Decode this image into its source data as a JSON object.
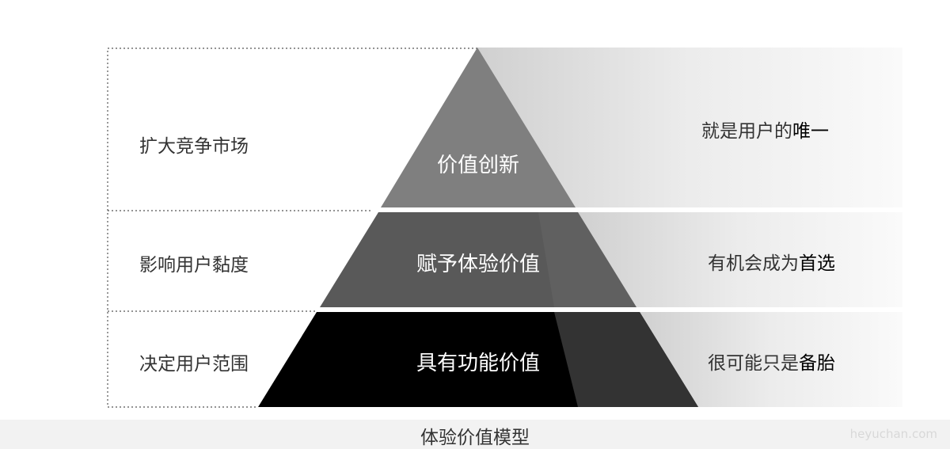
{
  "left_labels": [
    "扩大竞争市场",
    "影响用户黏度",
    "决定用户范围"
  ],
  "pyramid_labels": [
    "价值创新",
    "赋予体验价值",
    "具有功能价值"
  ],
  "right_labels": [
    {
      "normal": "就是用户的",
      "bold": "唯一"
    },
    {
      "normal": "有机会成为",
      "bold": "首选"
    },
    {
      "normal": "很可能只是",
      "bold": "备胎"
    }
  ],
  "caption": "体验价值模型",
  "watermark": "heyuchan.com",
  "colors": {
    "top": "#7f7f7f",
    "middle": "#595959",
    "bottom": "#000000"
  }
}
